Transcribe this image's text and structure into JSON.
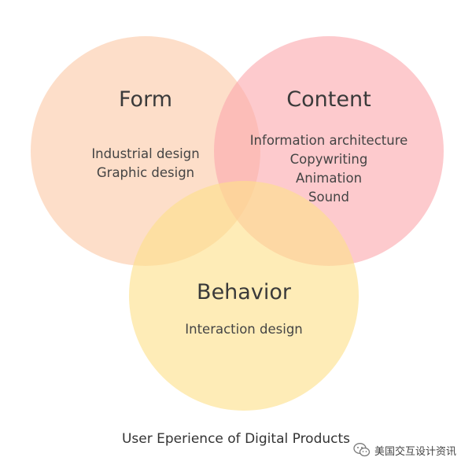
{
  "diagram": {
    "circles": [
      {
        "id": "form",
        "title": "Form",
        "items": [
          "Industrial design",
          "Graphic design"
        ],
        "color": "#fcc9a8"
      },
      {
        "id": "content",
        "title": "Content",
        "items": [
          "Information architecture",
          "Copywriting",
          "Animation",
          "Sound"
        ],
        "color": "#fba9ae"
      },
      {
        "id": "behavior",
        "title": "Behavior",
        "items": [
          "Interaction design"
        ],
        "color": "#fee08a"
      }
    ],
    "caption": "User Eperience of Digital Products"
  },
  "watermark": {
    "text": "美国交互设计资讯",
    "icon": "wechat-icon"
  }
}
